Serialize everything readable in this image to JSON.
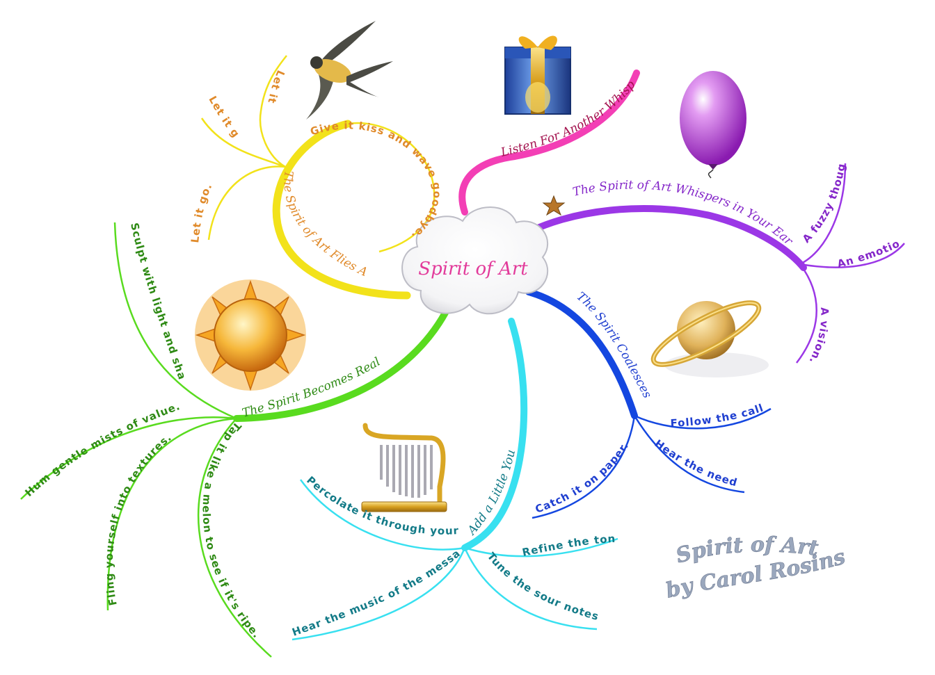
{
  "center": {
    "label": "Spirit of Art"
  },
  "signature": {
    "line1": "Spirit of Art",
    "line2": "by Carol Rosinski"
  },
  "colors": {
    "yellow": "#f2e21a",
    "yellow_text": "#e08a2a",
    "magenta": "#f33fb5",
    "magenta_text": "#a3124e",
    "purple": "#9b37e6",
    "purple_text": "#8426c9",
    "blue": "#1447e0",
    "blue_text": "#1f3fd0",
    "cyan": "#38e0f0",
    "cyan_text": "#127a87",
    "green": "#59db1f",
    "green_text": "#2e8a14",
    "signature": "#9aa7bd"
  },
  "icons": {
    "bird": "swallow-bird-icon",
    "gift": "gift-box-icon",
    "balloon": "purple-balloon-icon",
    "star": "star-icon",
    "sun": "sun-icon",
    "planet": "ringed-planet-icon",
    "chimes": "wind-chimes-icon"
  },
  "branches": {
    "flies_away": {
      "label": "The Spirit of Art Flies Away",
      "sub_main": "Give it kiss and wave goodbye.",
      "sub_1": "Let it go.",
      "sub_2": "Let it go.",
      "sub_3": "Let it go."
    },
    "listen": {
      "label": "Listen For Another Whisper."
    },
    "whispers": {
      "label": "The Spirit of Art Whispers in Your Ear",
      "sub_1": "A fuzzy thought.",
      "sub_2": "An emotion.",
      "sub_3": "A vision."
    },
    "coalesces": {
      "label": "The Spirit Coalesces",
      "sub_1": "Follow the call.",
      "sub_2": "Hear the need.",
      "sub_3": "Catch it on paper."
    },
    "add_you": {
      "label": "Add a Little You",
      "sub_1": "Percolate it through your soul.",
      "sub_2": "Refine the tone.",
      "sub_3": "Tune the sour notes.",
      "sub_4": "Hear the music of the message."
    },
    "real": {
      "label": "The Spirit Becomes Real",
      "sub_1": "Sculpt with light and shadow.",
      "sub_2": "Hum gentle mists of value.",
      "sub_3": "Fling yourself into textures.",
      "sub_4": "Tap it like a melon to see if it's ripe."
    }
  }
}
